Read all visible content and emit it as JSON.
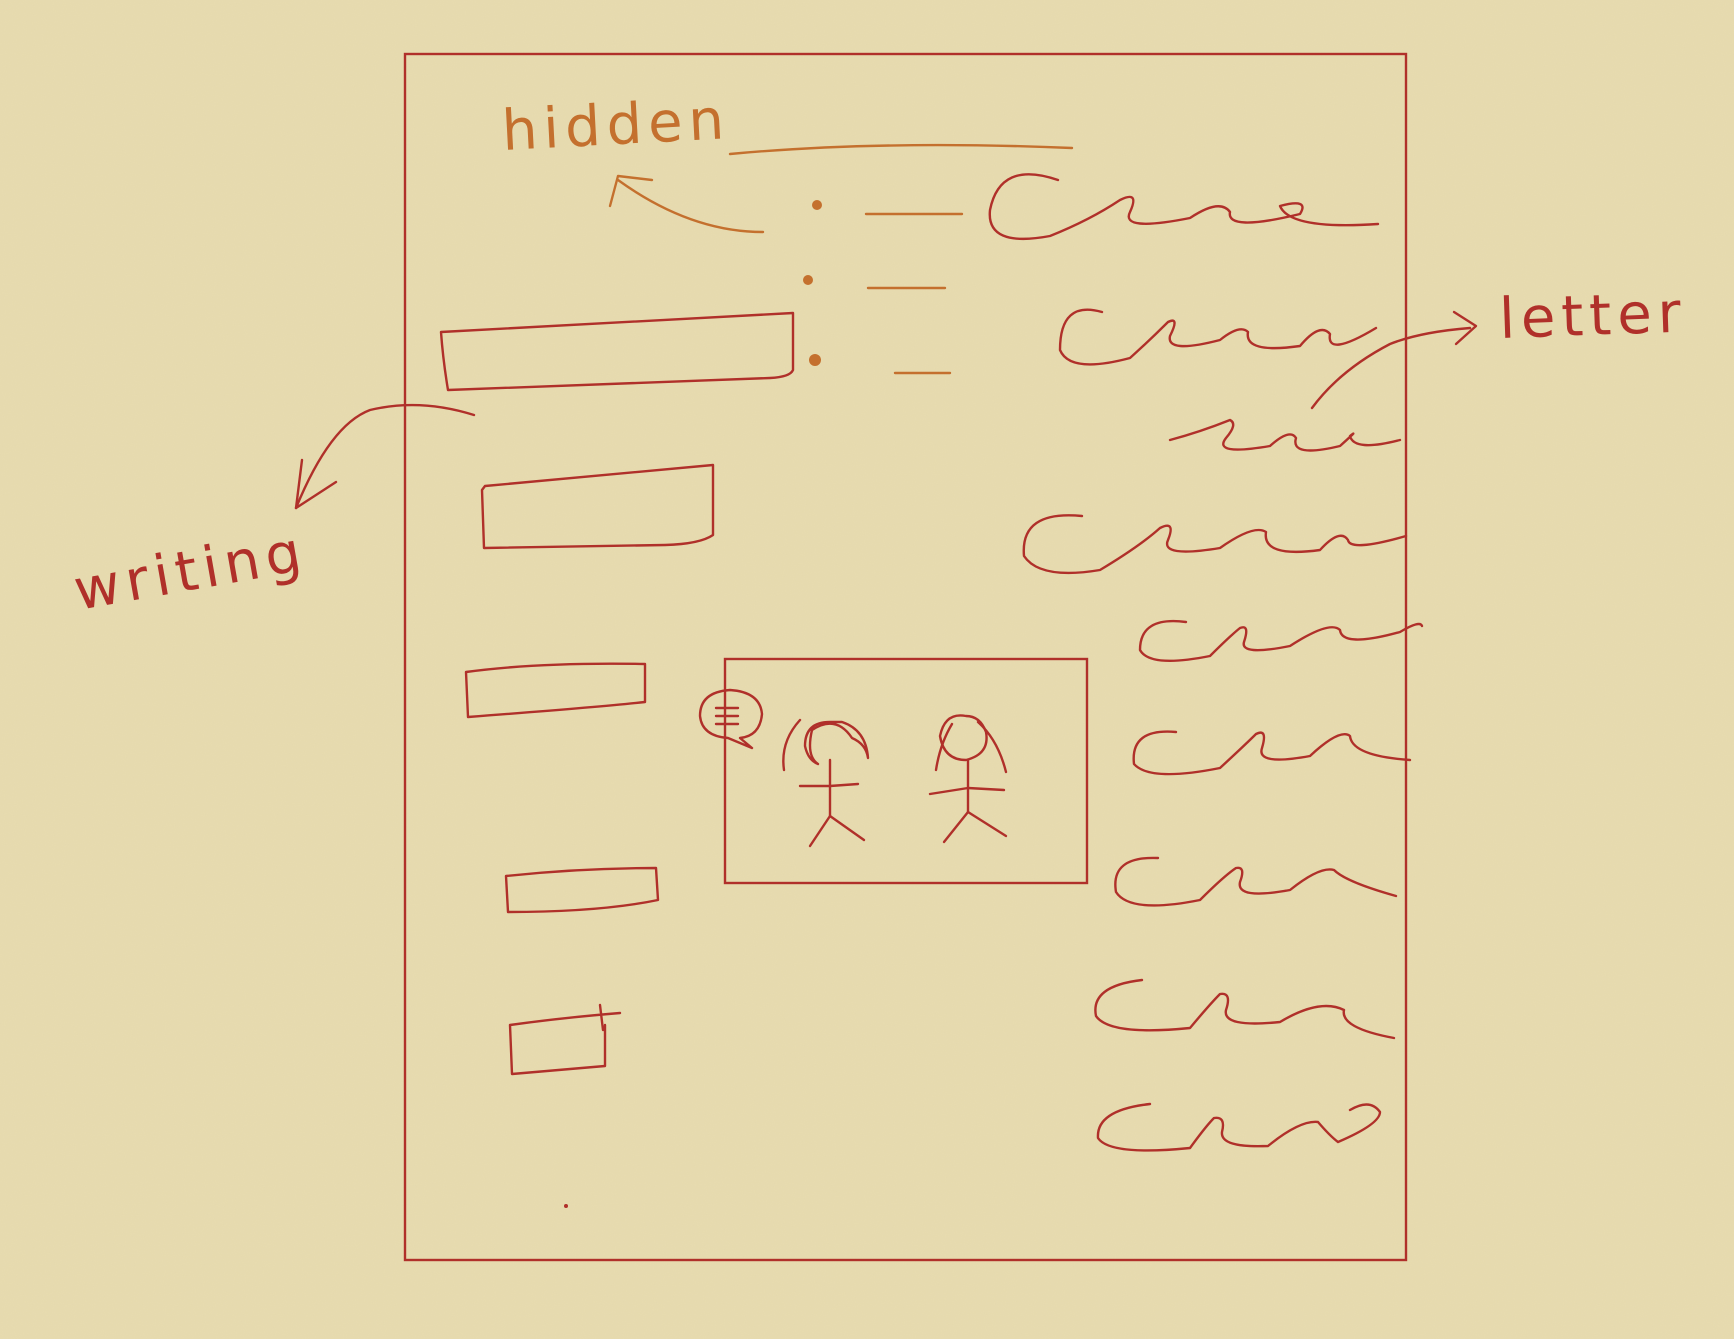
{
  "labels": {
    "hidden": "hidden",
    "letter": "letter",
    "writing": "writing"
  },
  "colors": {
    "paper": "#e8dcb0",
    "red_ink": "#b0302a",
    "orange_ink": "#c4702e"
  }
}
